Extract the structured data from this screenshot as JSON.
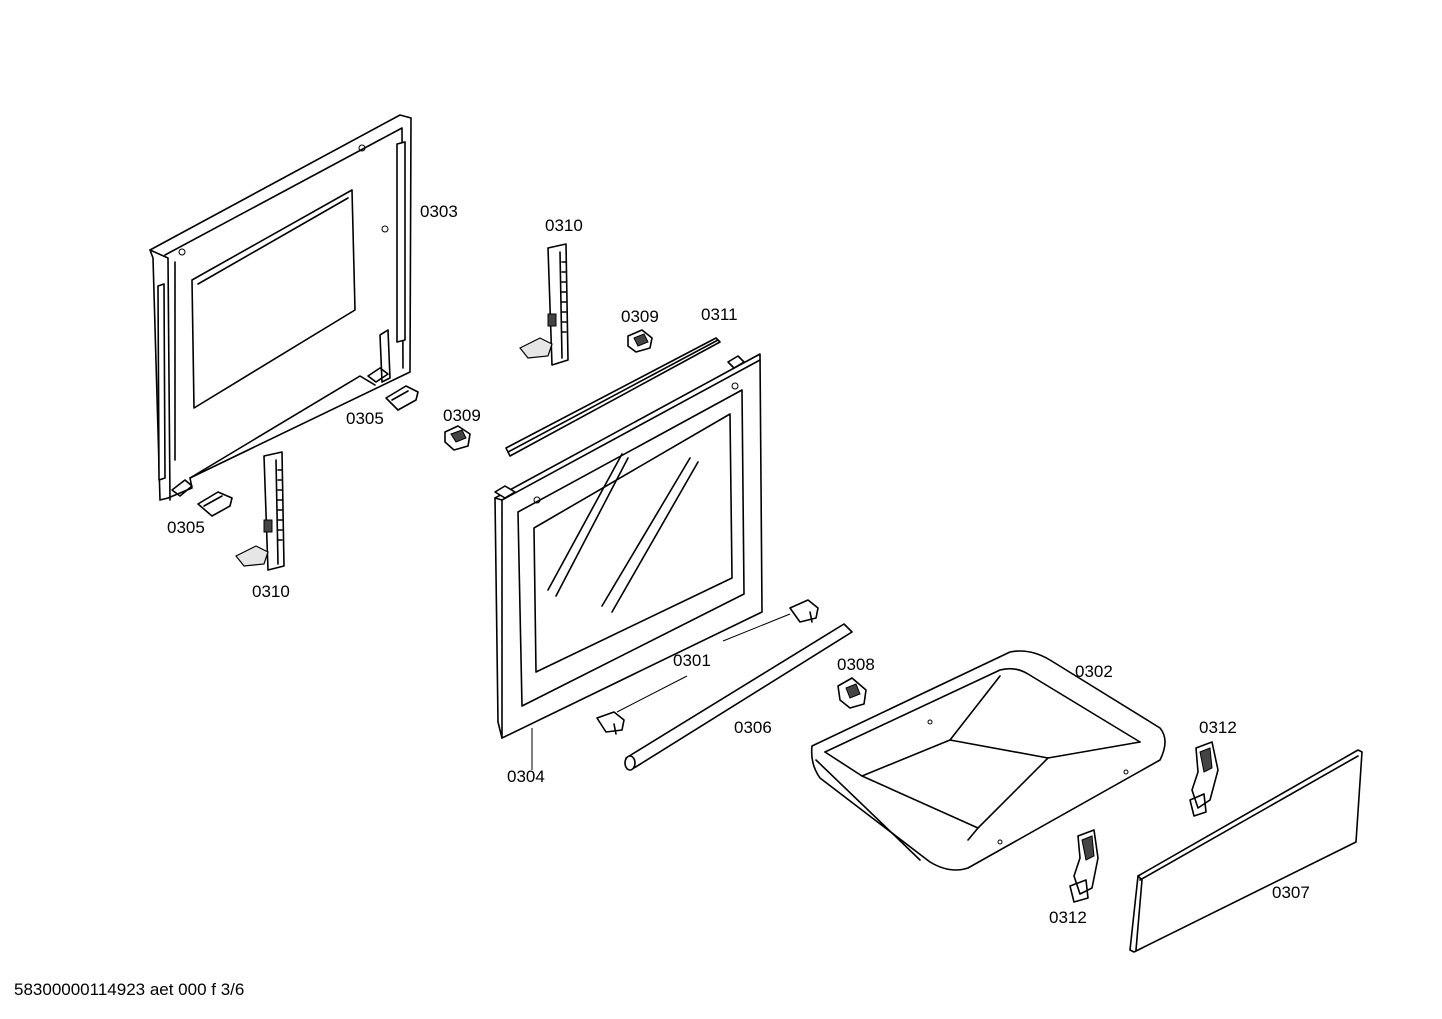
{
  "labels": {
    "p0303": "0303",
    "p0310_top": "0310",
    "p0309_top": "0309",
    "p0311": "0311",
    "p0305_top": "0305",
    "p0309_mid": "0309",
    "p0305_bottom": "0305",
    "p0310_bottom": "0310",
    "p0301": "0301",
    "p0308": "0308",
    "p0302": "0302",
    "p0306": "0306",
    "p0312_right": "0312",
    "p0304": "0304",
    "p0307": "0307",
    "p0312_bottom": "0312"
  },
  "footer": "58300000114923 aet 000 f 3/6"
}
